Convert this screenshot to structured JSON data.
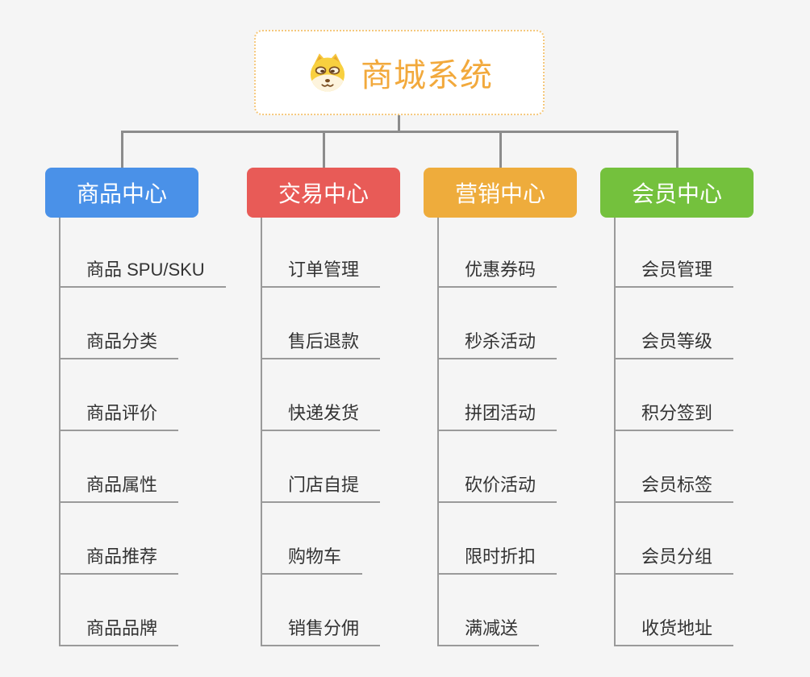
{
  "page": {
    "background": "#f5f5f5"
  },
  "root": {
    "title": "商城系统",
    "title_color": "#f2a93c",
    "border_color": "#f5c87d",
    "icon": "shiba-dog-icon"
  },
  "connector_color": "#8c8c8c",
  "branches": [
    {
      "label": "商品中心",
      "color": "#4a91e8",
      "items": [
        "商品 SPU/SKU",
        "商品分类",
        "商品评价",
        "商品属性",
        "商品推荐",
        "商品品牌"
      ]
    },
    {
      "label": "交易中心",
      "color": "#e85b57",
      "items": [
        "订单管理",
        "售后退款",
        "快递发货",
        "门店自提",
        "购物车",
        "销售分佣"
      ]
    },
    {
      "label": "营销中心",
      "color": "#eeac3c",
      "items": [
        "优惠券码",
        "秒杀活动",
        "拼团活动",
        "砍价活动",
        "限时折扣",
        "满减送"
      ]
    },
    {
      "label": "会员中心",
      "color": "#74c13d",
      "items": [
        "会员管理",
        "会员等级",
        "积分签到",
        "会员标签",
        "会员分组",
        "收货地址"
      ]
    }
  ]
}
